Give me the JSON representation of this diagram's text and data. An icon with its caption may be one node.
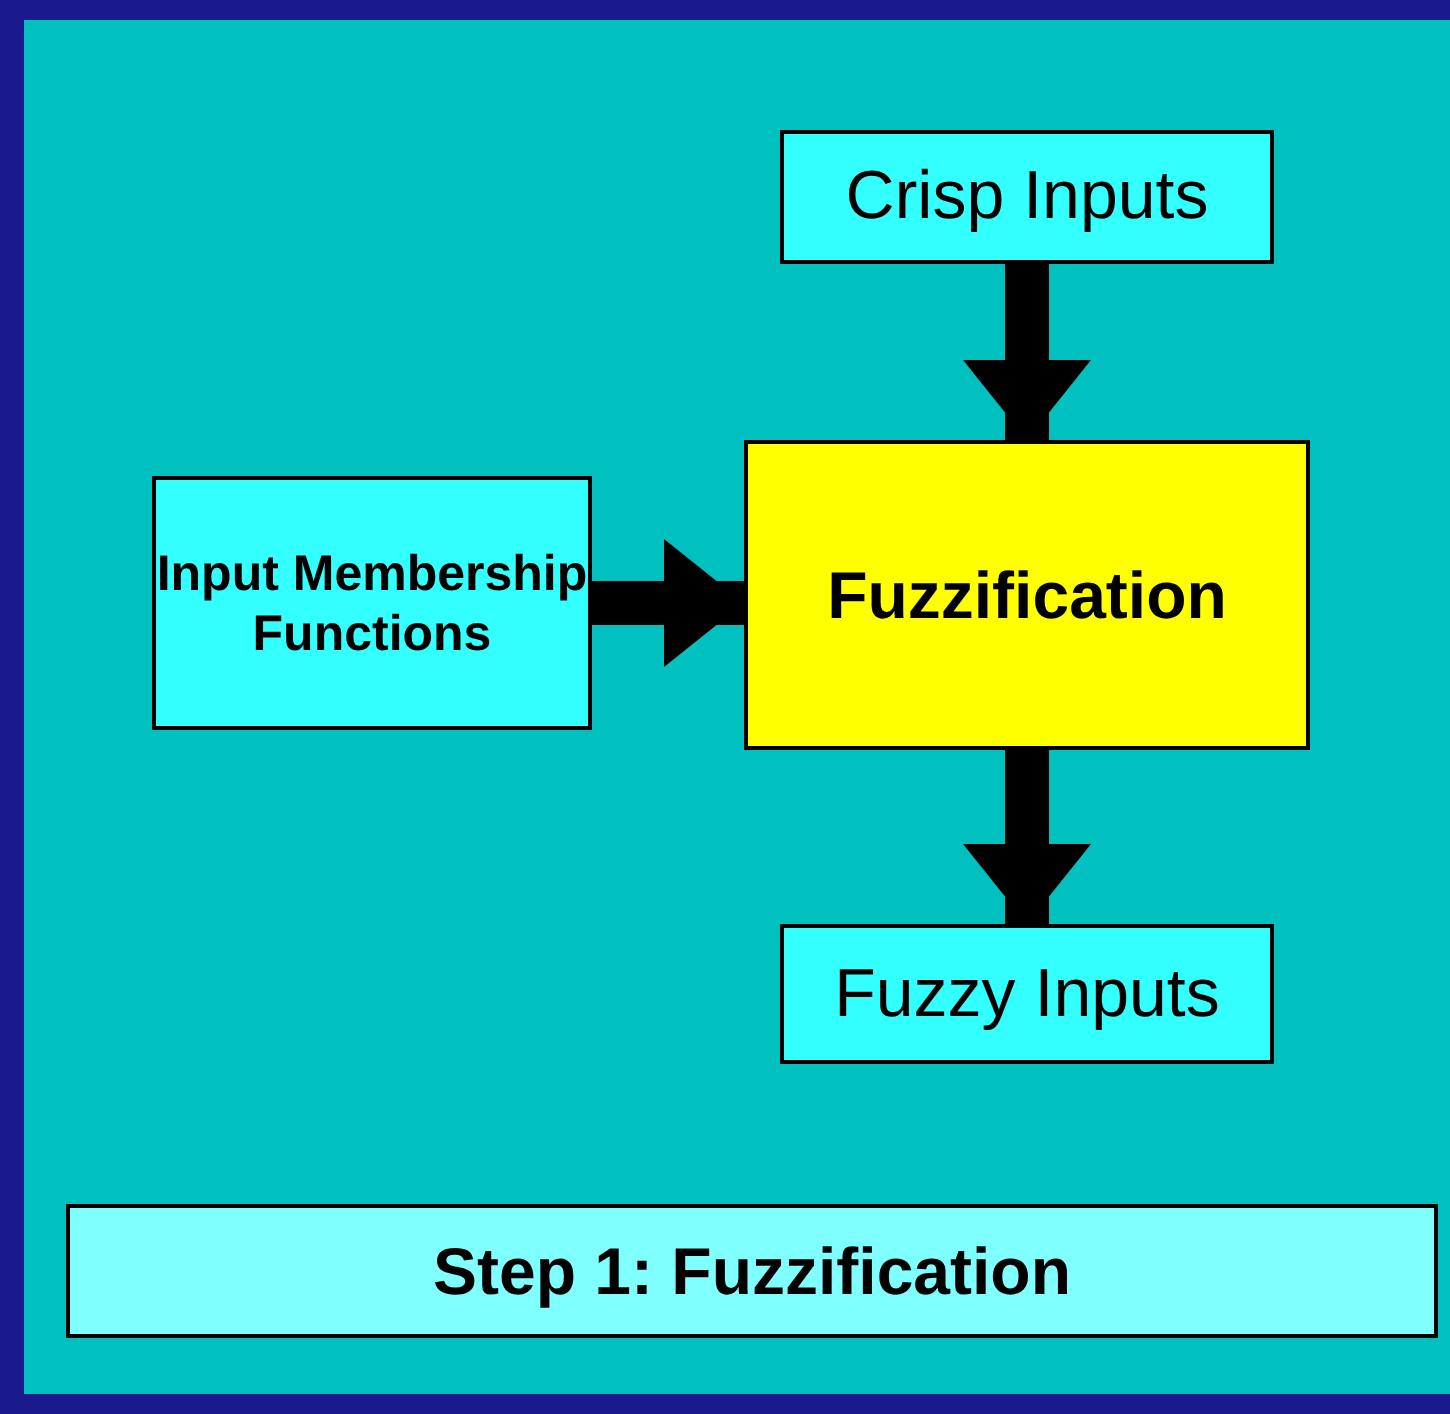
{
  "diagram": {
    "nodes": [
      {
        "text": [
          "Crisp Inputs"
        ]
      },
      {
        "text": [
          "Input Membership Functions"
        ]
      },
      {
        "text": [
          "Fuzzification"
        ]
      },
      {
        "text": [
          "Fuzzy Inputs"
        ]
      },
      {
        "text": [
          "Step 1: Fuzzification"
        ]
      }
    ],
    "edges": [
      {
        "from": 0,
        "to": 2,
        "arrow": "to"
      },
      {
        "from": 1,
        "to": 2,
        "arrow": "to"
      },
      {
        "from": 2,
        "to": 3,
        "arrow": "to"
      }
    ]
  }
}
